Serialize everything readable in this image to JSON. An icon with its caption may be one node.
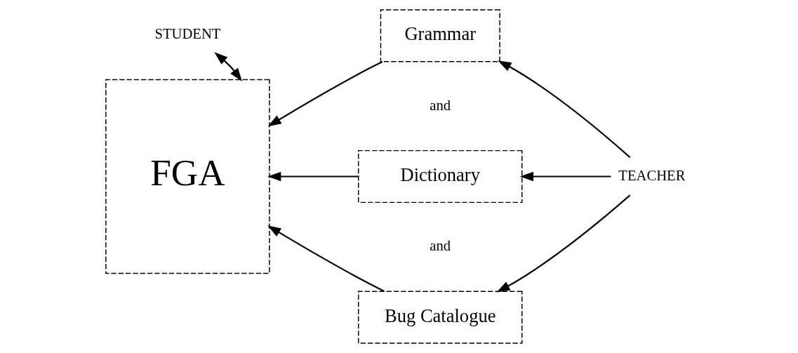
{
  "diagram": {
    "nodes": [
      {
        "text": [
          "STUDENT"
        ]
      },
      {
        "text": [
          "FGA"
        ]
      },
      {
        "text": [
          "Grammar"
        ]
      },
      {
        "text": [
          "Dictionary"
        ]
      },
      {
        "text": [
          "Bug Catalogue"
        ]
      },
      {
        "text": [
          "TEACHER"
        ]
      }
    ],
    "edges": [
      {
        "from": 0,
        "to": 1,
        "arrow": "both"
      },
      {
        "from": 2,
        "to": 1,
        "arrow": "to"
      },
      {
        "from": 3,
        "to": 1,
        "arrow": "to"
      },
      {
        "from": 4,
        "to": 1,
        "arrow": "to"
      },
      {
        "from": 5,
        "to": 2,
        "arrow": "to"
      },
      {
        "from": 5,
        "to": 3,
        "arrow": "to"
      },
      {
        "from": 5,
        "to": 4,
        "arrow": "to"
      }
    ],
    "labels": [
      "and",
      "and"
    ]
  }
}
